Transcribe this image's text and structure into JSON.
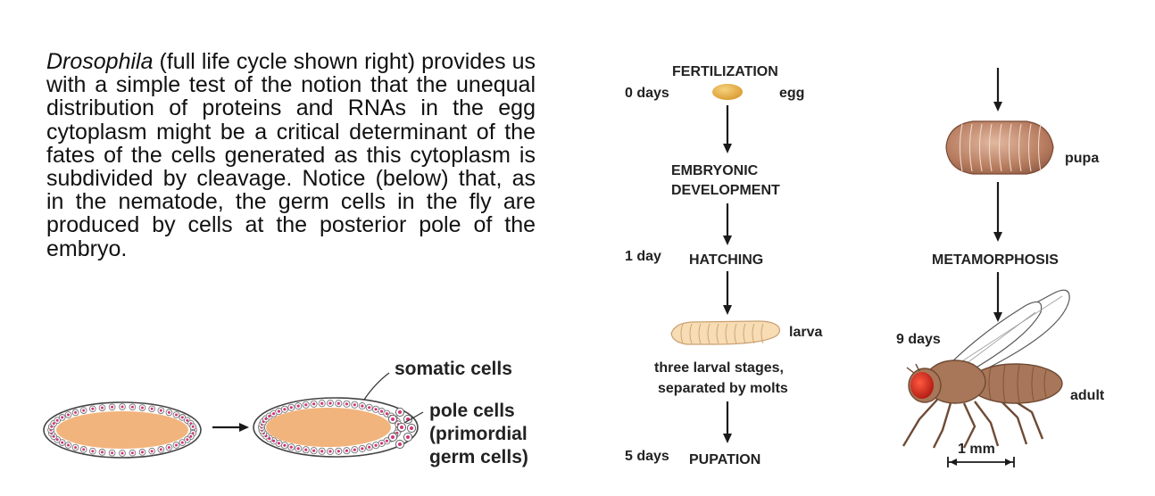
{
  "intro": {
    "emphasis": "Drosophila",
    "rest": " (full life cycle shown right) provides us with a simple test of the notion that the unequal distribution of proteins and RNAs in the egg cytoplasm might be a critical determinant of the fates of the cells generated as this cytoplasm is subdivided by cleavage. Notice (below) that, as in the nematode, the germ cells in the fly are produced by cells at the posterior pole of the embryo."
  },
  "embryo_diagram": {
    "somatic_label": "somatic cells",
    "pole_label_1": "pole cells",
    "pole_label_2": "(primordial",
    "pole_label_3": "germ cells)"
  },
  "life_cycle": {
    "fertilization": "FERTILIZATION",
    "day0": "0 days",
    "egg": "egg",
    "embryonic_1": "EMBRYONIC",
    "embryonic_2": "DEVELOPMENT",
    "day1": "1 day",
    "hatching": "HATCHING",
    "larva": "larva",
    "larval_stages_1": "three larval stages,",
    "larval_stages_2": "separated by molts",
    "day5": "5 days",
    "pupation": "PUPATION",
    "pupa": "pupa",
    "metamorphosis": "METAMORPHOSIS",
    "day9": "9 days",
    "adult": "adult",
    "scale": "1 mm"
  },
  "colors": {
    "yolk": "#f2b47d",
    "egg": "#e8a93a",
    "pole_cell": "#d4357a",
    "larva": "#f7dcb4",
    "pupa": "#b9795f",
    "fly_body": "#a87658",
    "fly_eye": "#d42a20"
  }
}
